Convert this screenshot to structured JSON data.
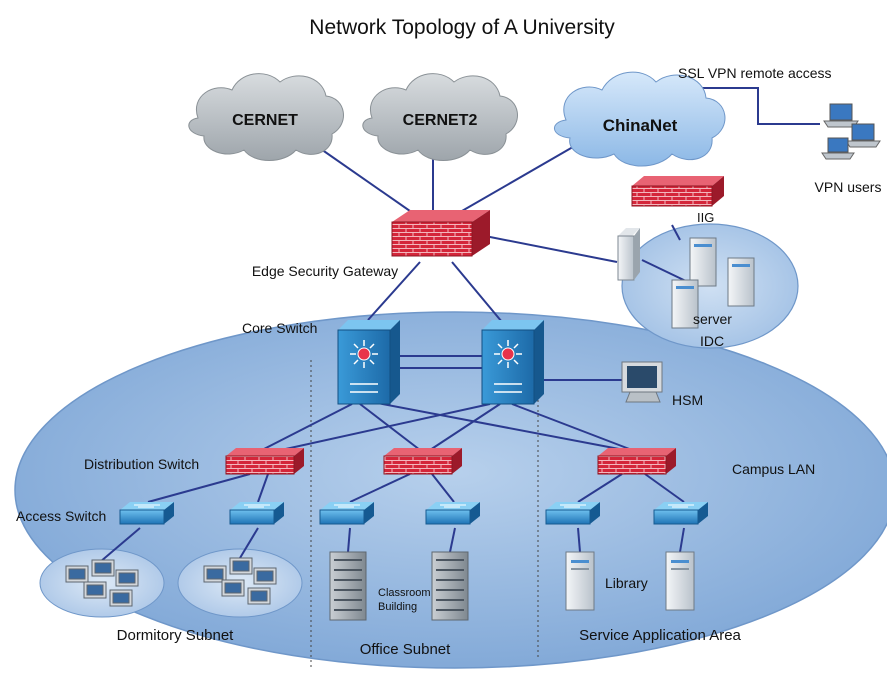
{
  "title": "Network Topology of A University",
  "clouds": {
    "cernet": "CERNET",
    "cernet2": "CERNET2",
    "chinanet": "ChinaNet"
  },
  "labels": {
    "ssl_vpn": "SSL VPN remote access",
    "vpn_users": "VPN users",
    "iig": "IIG",
    "edge_gateway": "Edge Security Gateway",
    "server": "server",
    "idc": "IDC",
    "core_switch": "Core Switch",
    "hsm": "HSM",
    "distribution_switch": "Distribution Switch",
    "campus_lan": "Campus LAN",
    "access_switch": "Access Switch",
    "classroom_building": "Classroom Building",
    "classroom_line1": "Classroom",
    "classroom_line2": "Building",
    "library": "Library",
    "dormitory_subnet": "Dormitory Subnet",
    "office_subnet": "Office Subnet",
    "service_area": "Service Application Area"
  },
  "colors": {
    "campus": "#8fb4de",
    "cloud_gray": "#b9bfc4",
    "cloud_blue": "#a9ccf0",
    "firewall": "#d4263a",
    "switch": "#2f86c8",
    "link": "#2b3a8f"
  }
}
